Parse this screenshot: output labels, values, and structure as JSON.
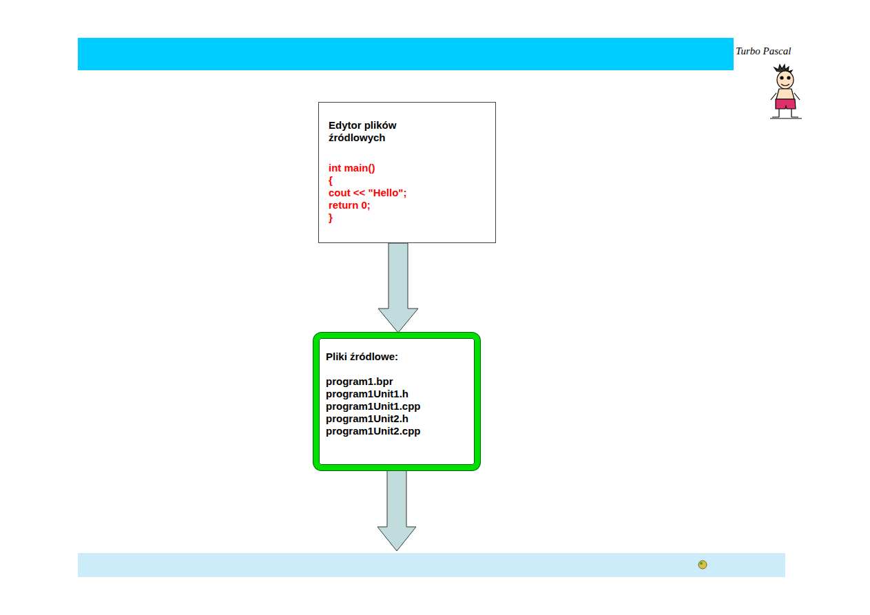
{
  "diagram": {
    "nodes": [
      {
        "text": [
          "Edytor plików źródlowych",
          "int main()",
          "{",
          "cout << \"Hello\";",
          "return 0;",
          "}"
        ]
      },
      {
        "text": [
          "Pliki źródlowe:",
          "program1.bpr",
          "program1Unit1.h",
          "program1Unit1.cpp",
          "program1Unit2.h",
          "program1Unit2.cpp"
        ]
      }
    ],
    "edges": [
      {
        "from": 0,
        "to": 1,
        "arrow": "to"
      }
    ],
    "labels": [
      "Turbo Pascal"
    ]
  }
}
